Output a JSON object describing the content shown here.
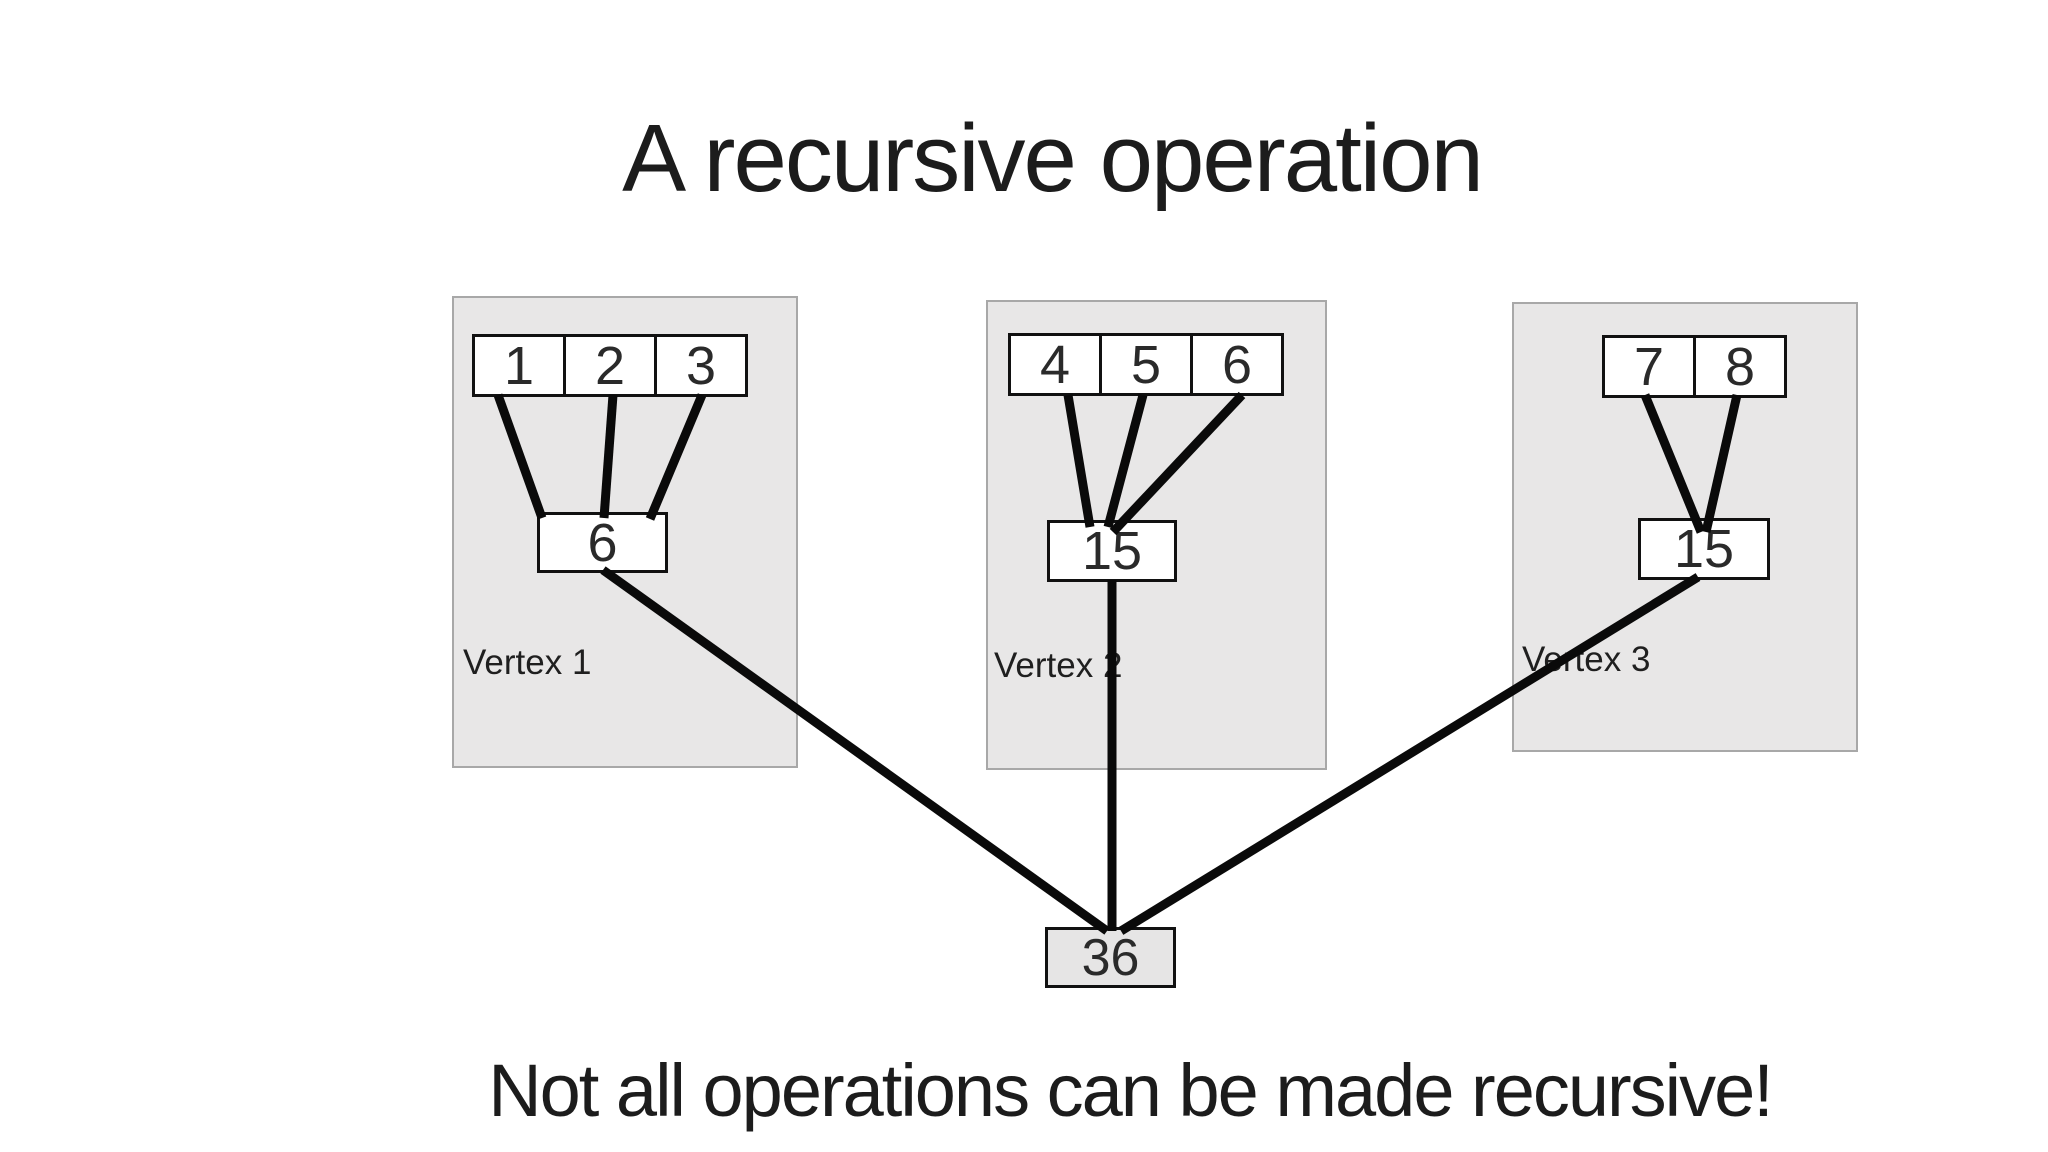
{
  "title": "A recursive operation",
  "footer": "Not all operations can be made recursive!",
  "vertices": [
    {
      "label": "Vertex 1",
      "cells": [
        "1",
        "2",
        "3"
      ],
      "sum": "6"
    },
    {
      "label": "Vertex 2",
      "cells": [
        "4",
        "5",
        "6"
      ],
      "sum": "15"
    },
    {
      "label": "Vertex 3",
      "cells": [
        "7",
        "8"
      ],
      "sum": "15"
    }
  ],
  "root": {
    "value": "36"
  },
  "colors": {
    "background": "#ffffff",
    "vertex_fill": "#e8e7e7",
    "vertex_border": "#a8a8a8",
    "box_fill": "#ffffff",
    "root_fill": "#e6e5e5",
    "box_border": "#111111",
    "edge": "#0a0a0a",
    "text": "#1c1c1c"
  }
}
